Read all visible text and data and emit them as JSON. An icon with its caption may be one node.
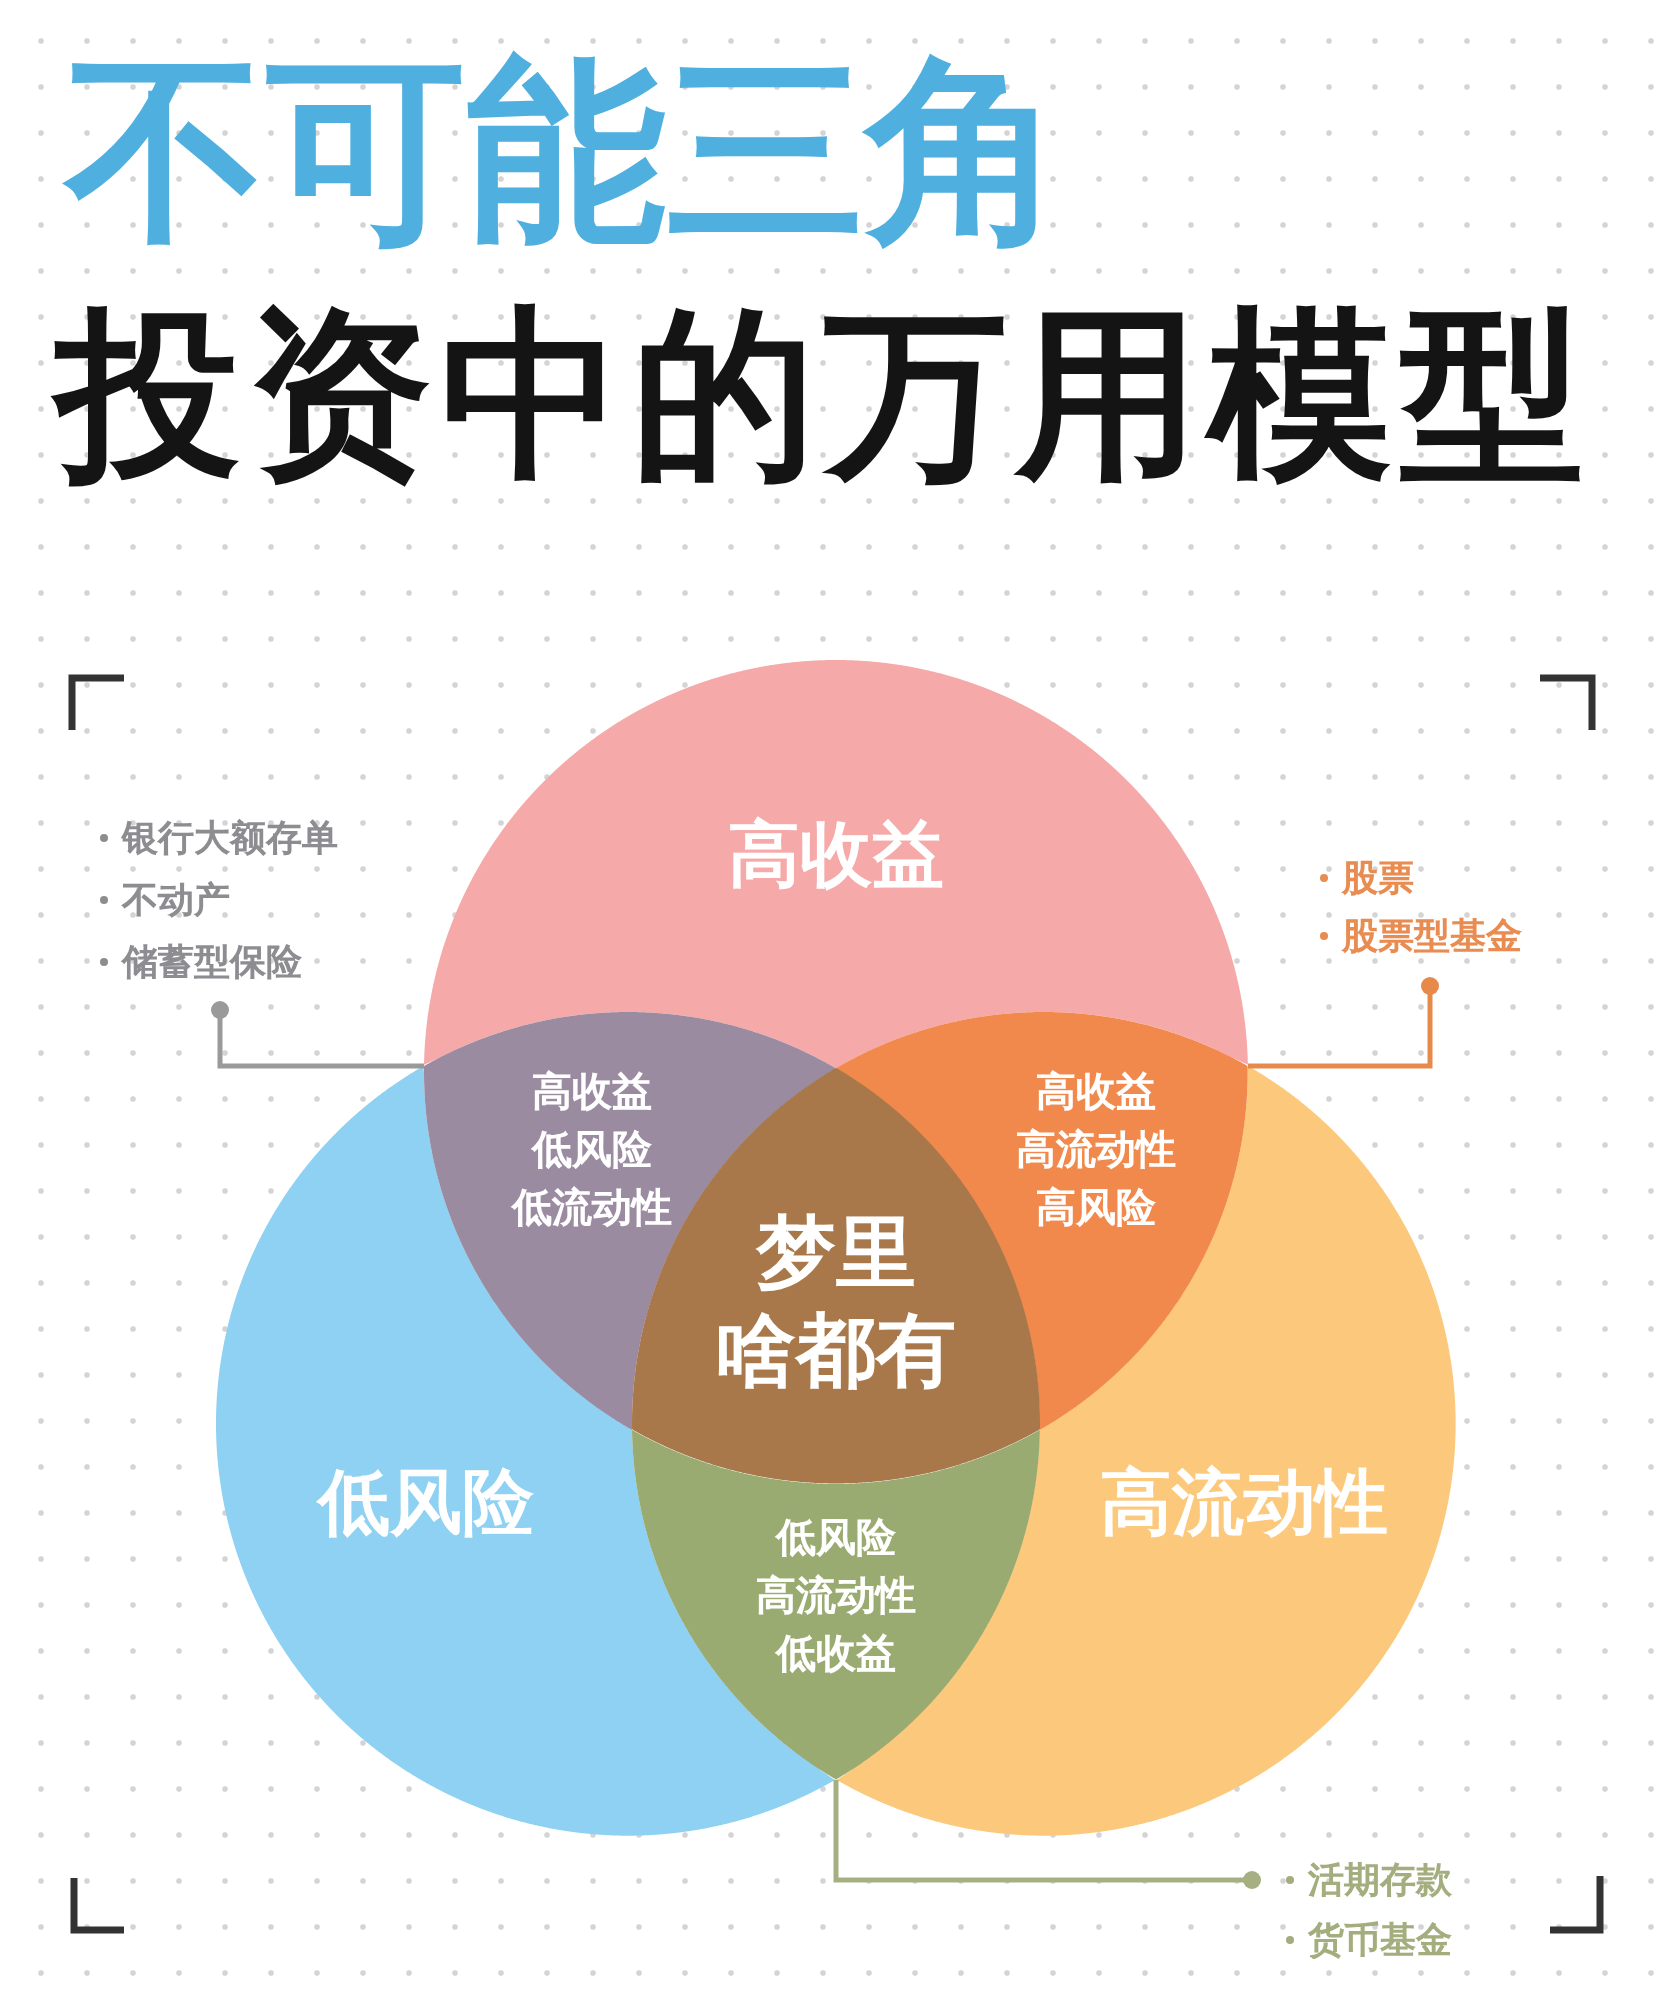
{
  "diagram": {
    "title": "不可能三角",
    "nodes": [
      {
        "text": [
          "高收益"
        ]
      },
      {
        "text": [
          "低风险"
        ]
      },
      {
        "text": [
          "高流动性"
        ]
      },
      {
        "text": [
          "高收益",
          "低风险",
          "低流动性"
        ]
      },
      {
        "text": [
          "高收益",
          "高流动性",
          "高风险"
        ]
      },
      {
        "text": [
          "梦里啥都有"
        ]
      },
      {
        "text": [
          "低风险",
          "高流动性",
          "低收益"
        ]
      },
      {
        "text": [
          "银行大额存单",
          "不动产",
          "储蓄型保险"
        ]
      },
      {
        "text": [
          "股票",
          "股票型基金"
        ]
      },
      {
        "text": [
          "活期存款",
          "货币基金"
        ]
      }
    ],
    "edges": [
      {
        "from": 7,
        "to": 3,
        "arrow": "other",
        "color": "#9a9a9a"
      },
      {
        "from": 8,
        "to": 4,
        "arrow": "other",
        "color": "#e8894c"
      },
      {
        "from": 9,
        "to": 6,
        "arrow": "other",
        "color": "#a5af82"
      }
    ],
    "labels": [
      "投资中的万用模型"
    ]
  }
}
